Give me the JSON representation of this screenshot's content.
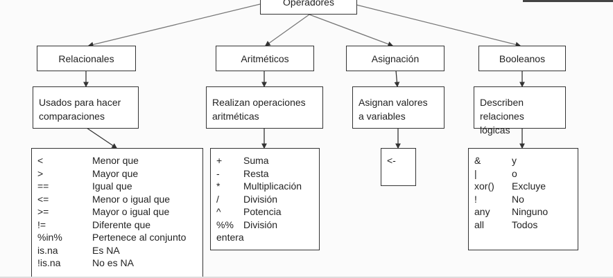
{
  "root": {
    "label": "Operadores"
  },
  "categories": [
    {
      "label": "Relacionales",
      "description": "Usados para hacer comparaciones",
      "items": [
        [
          "<",
          "Menor que"
        ],
        [
          ">",
          "Mayor que"
        ],
        [
          "==",
          "Igual que"
        ],
        [
          "<=",
          "Menor o igual que"
        ],
        [
          ">=",
          "Mayor o igual que"
        ],
        [
          "!=",
          "Diferente que"
        ],
        [
          "%in%",
          "Pertenece al conjunto"
        ],
        [
          "is.na",
          "Es NA"
        ],
        [
          "!is.na",
          "No es NA"
        ]
      ]
    },
    {
      "label": "Aritméticos",
      "description": "Realizan operaciones aritméticas",
      "items": [
        [
          "+",
          "Suma"
        ],
        [
          "-",
          "Resta"
        ],
        [
          "*",
          "Multiplicación"
        ],
        [
          "/",
          "División"
        ],
        [
          "^",
          "Potencia"
        ],
        [
          "%%",
          "División"
        ]
      ],
      "trailing": "entera"
    },
    {
      "label": "Asignación",
      "description": "Asignan valores a variables",
      "items": [
        [
          "<-",
          ""
        ]
      ]
    },
    {
      "label": "Booleanos",
      "description": "Describen relaciones lógicas",
      "items": [
        [
          "&",
          "y"
        ],
        [
          "|",
          "o"
        ],
        [
          "xor()",
          "Excluye"
        ],
        [
          "!",
          "No"
        ],
        [
          "any",
          "Ninguno"
        ],
        [
          "all",
          "Todos"
        ]
      ]
    }
  ]
}
